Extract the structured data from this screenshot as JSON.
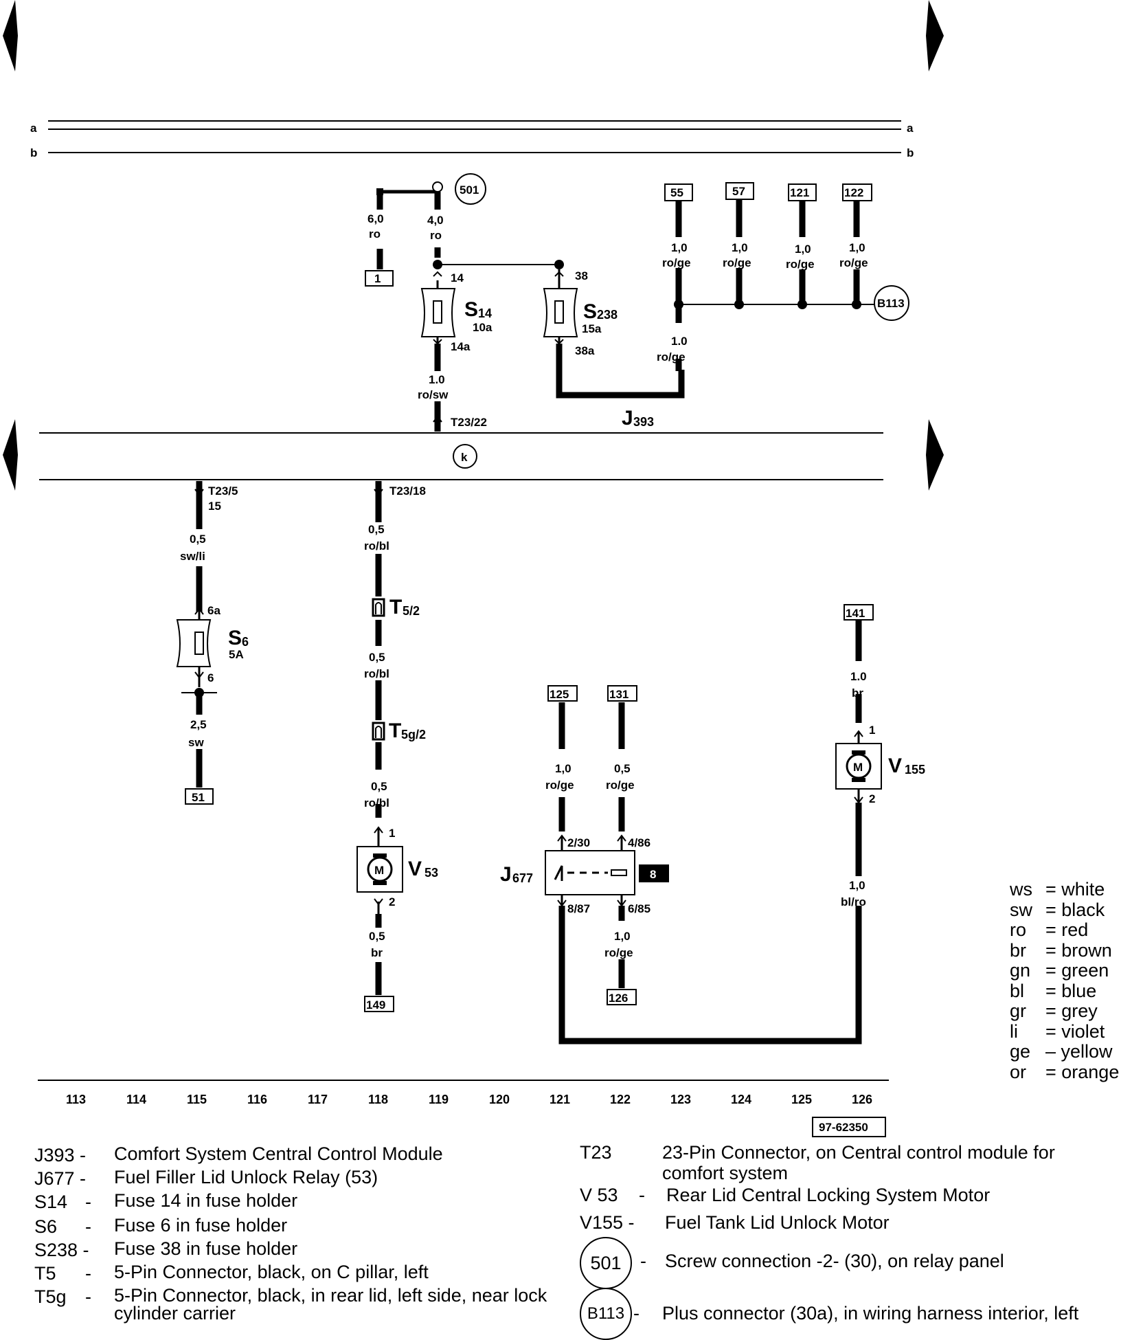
{
  "bus_labels": {
    "a_left": "a",
    "a_right": "a",
    "b_left": "b",
    "b_right": "b"
  },
  "circle_refs": {
    "screw_501": "501",
    "plus_b113": "B113",
    "k": "k"
  },
  "box_refs": {
    "r1": "1",
    "r55": "55",
    "r57": "57",
    "r121": "121",
    "r122": "122",
    "r141": "141",
    "r125": "125",
    "r131": "131",
    "r51": "51",
    "r149": "149",
    "r126": "126"
  },
  "wires": {
    "w_6_0": [
      "6,0",
      "ro"
    ],
    "w_4_0": [
      "4,0",
      "ro"
    ],
    "w_55": [
      "1,0",
      "ro/ge"
    ],
    "w_57": [
      "1,0",
      "ro/ge"
    ],
    "w_121": [
      "1,0",
      "ro/ge"
    ],
    "w_122": [
      "1,0",
      "ro/ge"
    ],
    "w_s238_out": [
      "1.0",
      "ro/ge"
    ],
    "w_s14_out": [
      "1.0",
      "ro/sw"
    ],
    "w_t23_5": [
      "0,5",
      "sw/li"
    ],
    "w_s6_out": [
      "2,5",
      "sw"
    ],
    "w_t23_18": [
      "0,5",
      "ro/bl"
    ],
    "w_t5": [
      "0,5",
      "ro/bl"
    ],
    "w_t5g": [
      "0,5",
      "ro/bl"
    ],
    "w_v53_out": [
      "0,5",
      "br"
    ],
    "w_141": [
      "1.0",
      "br"
    ],
    "w_v155_out": [
      "1,0",
      "bl/ro"
    ],
    "w_125": [
      "1,0",
      "ro/ge"
    ],
    "w_131": [
      "0,5",
      "ro/ge"
    ],
    "w_126": [
      "1,0",
      "ro/ge"
    ]
  },
  "pins": {
    "p14": "14",
    "p14a": "14a",
    "p38": "38",
    "p38a": "38a",
    "t23_22": "T23/22",
    "t23_5": "T23/5",
    "t23_5b": "15",
    "t23_18": "T23/18",
    "p6a": "6a",
    "p6": "6",
    "v53_1": "1",
    "v53_2": "2",
    "v155_1": "1",
    "v155_2": "2",
    "j677_230": "2/30",
    "j677_486": "4/86",
    "j677_887": "8/87",
    "j677_685": "6/85"
  },
  "components": {
    "s14": {
      "name": "S",
      "sub": "14",
      "rating": "10a"
    },
    "s238": {
      "name": "S",
      "sub": "238",
      "rating": "15a"
    },
    "s6": {
      "name": "S",
      "sub": "6",
      "rating": "5A"
    },
    "j393": {
      "name": "J",
      "sub": "393"
    },
    "j677": {
      "name": "J",
      "sub": "677",
      "relay_no": "8"
    },
    "t5": {
      "name": "T",
      "sub": "5/2"
    },
    "t5g": {
      "name": "T",
      "sub": "5g/2"
    },
    "v53": {
      "name": "V",
      "sub": "53",
      "motor": "M"
    },
    "v155": {
      "name": "V",
      "sub": "155",
      "motor": "M"
    }
  },
  "columns": [
    "113",
    "114",
    "115",
    "116",
    "117",
    "118",
    "119",
    "120",
    "121",
    "122",
    "123",
    "124",
    "125",
    "126"
  ],
  "diagram_id": "97-62350",
  "color_legend": [
    {
      "code": "ws",
      "name": "= white"
    },
    {
      "code": "sw",
      "name": "= black"
    },
    {
      "code": "ro",
      "name": "= red"
    },
    {
      "code": "br",
      "name": "= brown"
    },
    {
      "code": "gn",
      "name": "= green"
    },
    {
      "code": "bl",
      "name": "= blue"
    },
    {
      "code": "gr",
      "name": "= grey"
    },
    {
      "code": "li",
      "name": "= violet"
    },
    {
      "code": "ge",
      "name": "– yellow"
    },
    {
      "code": "or",
      "name": "= orange"
    }
  ],
  "notes_left": [
    {
      "code": "J393 -",
      "dash": "",
      "desc": "Comfort System Central Control Module"
    },
    {
      "code": "J677 -",
      "dash": "",
      "desc": "Fuel Filler Lid Unlock Relay (53)"
    },
    {
      "code": "S14",
      "dash": "-",
      "desc": "Fuse 14 in fuse holder"
    },
    {
      "code": "S6",
      "dash": "-",
      "desc": "Fuse 6 in fuse holder"
    },
    {
      "code": "S238 -",
      "dash": "",
      "desc": "Fuse 38 in fuse holder"
    },
    {
      "code": "T5",
      "dash": "-",
      "desc": "5-Pin Connector, black, on C pillar, left"
    },
    {
      "code": "T5g",
      "dash": "-",
      "desc": "5-Pin Connector, black, in rear lid, left side, near lock cylinder carrier"
    }
  ],
  "notes_right": [
    {
      "code": "T23",
      "dash": "",
      "desc": "23-Pin Connector, on Central control module for comfort system"
    },
    {
      "code": "V 53",
      "dash": "-",
      "desc": "Rear Lid Central Locking System Motor"
    },
    {
      "code": "V155 -",
      "dash": "",
      "desc": "Fuel Tank Lid Unlock Motor"
    },
    {
      "code": "501",
      "dash": "-",
      "desc": "Screw connection -2- (30), on relay panel"
    },
    {
      "code": "B113",
      "dash": "-",
      "desc": "Plus connector (30a), in wiring harness interior, left"
    }
  ]
}
